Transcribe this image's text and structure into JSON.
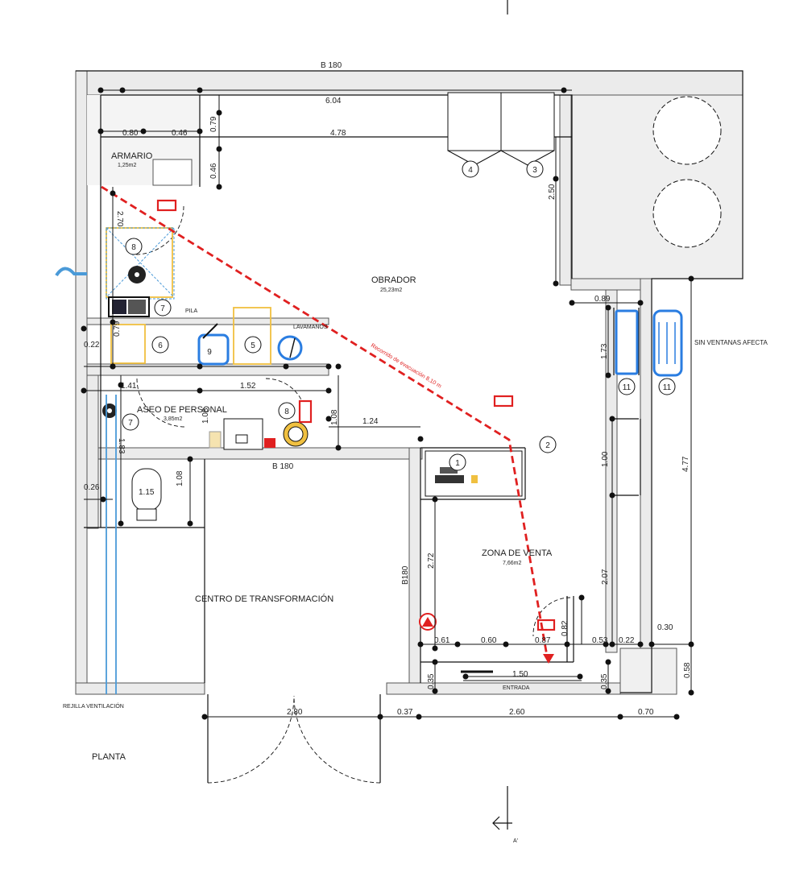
{
  "rooms": {
    "obrador": "OBRADOR",
    "obrador_area": "25,23m2",
    "armario": "ARMARIO",
    "armario_area": "1,25m2",
    "aseo": "ASEO DE PERSONAL",
    "aseo_area": "3,85m2",
    "zona_venta": "ZONA DE VENTA",
    "zona_venta_area": "7,66m2",
    "centro": "CENTRO DE TRANSFORMACIÓN"
  },
  "labels": {
    "pila": "PILA",
    "lavamanos": "LAVAMANOS",
    "sin_ventanas": "SIN VENTANAS AFECTA",
    "rejilla": "REJILLA VENTILACIÓN",
    "entrada": "ENTRADA",
    "planta": "PLANTA",
    "section_mark": "A'",
    "evacuation": "Recorrido de evacuación 8,10 m"
  },
  "dimensions": {
    "top_b180": "B 180",
    "d604": "6.04",
    "d080": "0.80",
    "d046a": "0.46",
    "d079a": "0.79",
    "d478": "4.78",
    "d046b": "0.46",
    "d270": "2.70",
    "d250": "2.50",
    "d089": "0.89",
    "d173": "1.73",
    "d022a": "0.22",
    "d079b": "0.79",
    "d141": "1.41",
    "d152": "1.52",
    "d108a": "1.08",
    "d124": "1.24",
    "d183": "1.83",
    "d108b": "1.08",
    "d026": "0.26",
    "d115": "1.15",
    "mid_b180": "B 180",
    "side_b180": "B180",
    "d272": "2.72",
    "d100": "1.00",
    "d477": "4.77",
    "d207": "2.07",
    "d082": "0.82",
    "d030": "0.30",
    "d061": "0.61",
    "d060": "0.60",
    "d087": "0.87",
    "d053": "0.53",
    "d022b": "0.22",
    "d058": "0.58",
    "d035a": "0.35",
    "d150": "1.50",
    "d035b": "0.35",
    "d280": "2.80",
    "d037": "0.37",
    "d260": "2.60",
    "d070": "0.70",
    "d108c": "1.08"
  },
  "markers": [
    "1",
    "2",
    "3",
    "4",
    "5",
    "6",
    "7",
    "7",
    "8",
    "8",
    "9",
    "11",
    "11"
  ],
  "colors": {
    "wall": "#e9e9e9",
    "line": "#111111",
    "evacuation": "#e02020",
    "fixture_blue": "#2a7de1",
    "fixture_yellow": "#f0c040",
    "ventilation": "#4a9ad8"
  }
}
